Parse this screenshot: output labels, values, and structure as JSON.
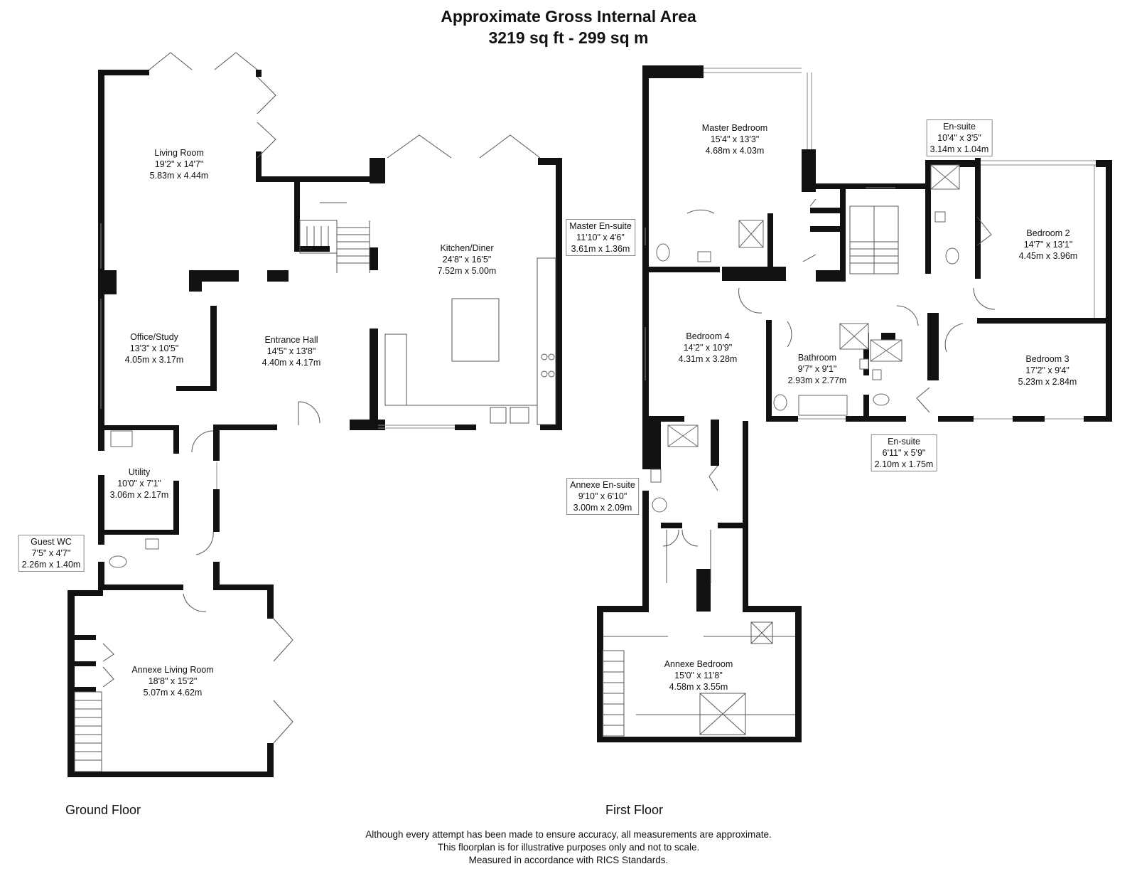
{
  "header": {
    "title": "Approximate Gross Internal Area",
    "area": "3219 sq ft - 299 sq m"
  },
  "floors": {
    "ground": "Ground Floor",
    "first": "First Floor"
  },
  "rooms": {
    "living_room": {
      "name": "Living Room",
      "imperial": "19'2\" x 14'7\"",
      "metric": "5.83m x 4.44m"
    },
    "kitchen_diner": {
      "name": "Kitchen/Diner",
      "imperial": "24'8\" x 16'5\"",
      "metric": "7.52m x 5.00m"
    },
    "office_study": {
      "name": "Office/Study",
      "imperial": "13'3\" x 10'5\"",
      "metric": "4.05m x 3.17m"
    },
    "entrance_hall": {
      "name": "Entrance Hall",
      "imperial": "14'5\" x 13'8\"",
      "metric": "4.40m x 4.17m"
    },
    "utility": {
      "name": "Utility",
      "imperial": "10'0\" x 7'1\"",
      "metric": "3.06m x 2.17m"
    },
    "guest_wc": {
      "name": "Guest WC",
      "imperial": "7'5\" x 4'7\"",
      "metric": "2.26m x 1.40m"
    },
    "annexe_living_room": {
      "name": "Annexe Living Room",
      "imperial": "18'8\" x 15'2\"",
      "metric": "5.07m x 4.62m"
    },
    "master_bedroom": {
      "name": "Master Bedroom",
      "imperial": "15'4\" x 13'3\"",
      "metric": "4.68m x 4.03m"
    },
    "master_ensuite": {
      "name": "Master En-suite",
      "imperial": "11'10\" x 4'6\"",
      "metric": "3.61m x 1.36m"
    },
    "ensuite_top": {
      "name": "En-suite",
      "imperial": "10'4\" x 3'5\"",
      "metric": "3.14m x 1.04m"
    },
    "bedroom_2": {
      "name": "Bedroom 2",
      "imperial": "14'7\" x 13'1\"",
      "metric": "4.45m x 3.96m"
    },
    "bedroom_4": {
      "name": "Bedroom 4",
      "imperial": "14'2\" x 10'9\"",
      "metric": "4.31m x 3.28m"
    },
    "bathroom": {
      "name": "Bathroom",
      "imperial": "9'7\" x 9'1\"",
      "metric": "2.93m x 2.77m"
    },
    "bedroom_3": {
      "name": "Bedroom 3",
      "imperial": "17'2\" x 9'4\"",
      "metric": "5.23m x 2.84m"
    },
    "ensuite_bottom": {
      "name": "En-suite",
      "imperial": "6'11\" x 5'9\"",
      "metric": "2.10m x 1.75m"
    },
    "annexe_ensuite": {
      "name": "Annexe En-suite",
      "imperial": "9'10\" x 6'10\"",
      "metric": "3.00m x 2.09m"
    },
    "annexe_bedroom": {
      "name": "Annexe Bedroom",
      "imperial": "15'0\" x 11'8\"",
      "metric": "4.58m x 3.55m"
    }
  },
  "disclaimer": {
    "line1": "Although every attempt has been made to ensure accuracy, all measurements are approximate.",
    "line2": "This floorplan is for illustrative purposes only and not to scale.",
    "line3": "Measured in accordance with RICS Standards."
  }
}
